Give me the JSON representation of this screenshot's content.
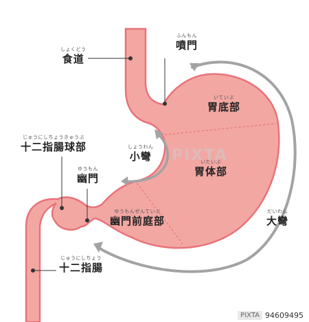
{
  "colors": {
    "organ_fill": "#f2a7a3",
    "organ_stroke": "#e9727a",
    "arrow": "#a3a3a3",
    "leader": "#333333"
  },
  "labels": {
    "esophagus": {
      "ruby": "しょくどう",
      "text": "食道"
    },
    "cardia": {
      "ruby": "ふんもん",
      "text": "噴門"
    },
    "fundus": {
      "ruby": "いていぶ",
      "text": "胃底部"
    },
    "bulb": {
      "ruby": "じゅうにしちょうきゅうぶ",
      "text": "十二指腸球部"
    },
    "lesser_curvature": {
      "ruby": "しょうわん",
      "text": "小彎"
    },
    "body": {
      "ruby": "いたいぶ",
      "text": "胃体部"
    },
    "pylorus": {
      "ruby": "ゆうもん",
      "text": "幽門"
    },
    "antrum": {
      "ruby": "ゆうもんぜんていぶ",
      "text": "幽門前庭部"
    },
    "greater_curvature": {
      "ruby": "だいわん",
      "text": "大彎"
    },
    "duodenum": {
      "ruby": "じゅうにしちょう",
      "text": "十二指腸"
    }
  },
  "watermark": {
    "text": "PIXTA"
  },
  "footer": {
    "brand": "PIXTA",
    "id": "94609495"
  }
}
